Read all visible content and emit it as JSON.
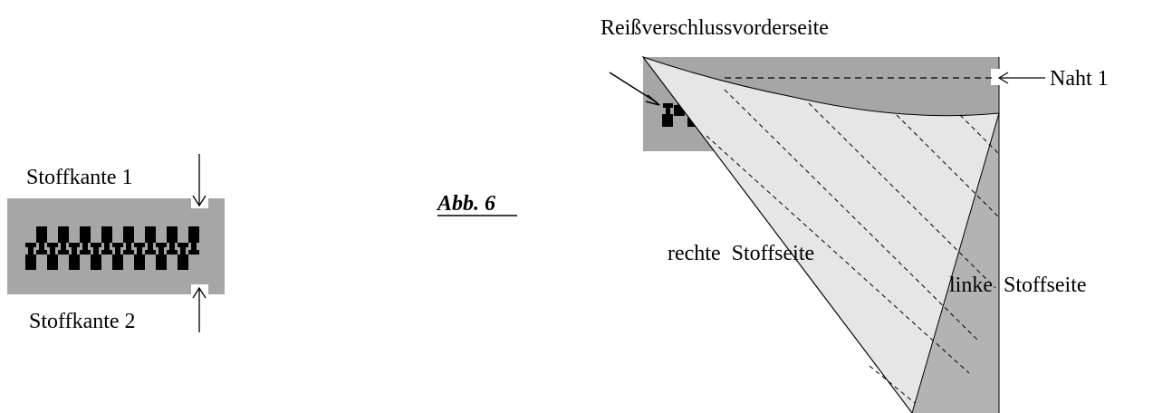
{
  "figure_label": "Abb. 6",
  "left_detail": {
    "edge_1_label": "Stoffkante 1",
    "edge_2_label": "Stoffkante 2"
  },
  "right_detail": {
    "zipper_front_label": "Reißverschlussvorderseite",
    "seam_label": "Naht 1",
    "right_side_label": "rechte  Stoffseite",
    "left_side_label": "linke  Stoffseite"
  },
  "colors": {
    "tape_gray": "#a6a6a6",
    "fabric_light": "#e6e6e6",
    "fabric_dark": "#b3b3b3",
    "ink": "#000000"
  }
}
